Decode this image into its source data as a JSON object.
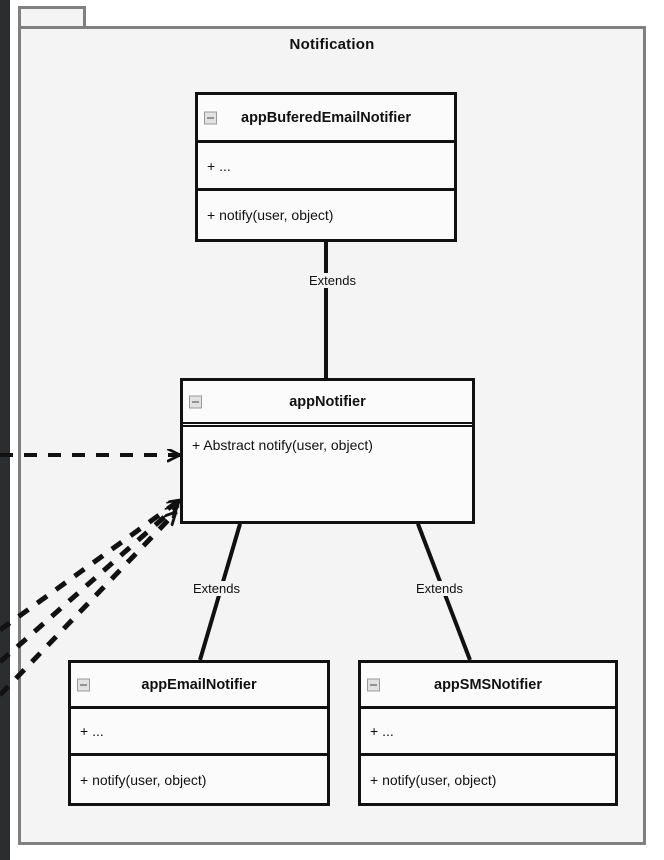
{
  "diagram": {
    "type": "uml-class-diagram",
    "package": {
      "name": "Notification",
      "tab_label": "",
      "border_color": "#808080",
      "fill_color": "#f4f4f4"
    },
    "classes": [
      {
        "id": "appBuferedEmailNotifier",
        "name": "appBuferedEmailNotifier",
        "collapse_icon": "collapse-minus-icon",
        "attributes": "+ ...",
        "operations": "+ notify(user, object)"
      },
      {
        "id": "appNotifier",
        "name": "appNotifier",
        "collapse_icon": "collapse-minus-icon",
        "attributes": "",
        "operations": "+ Abstract notify(user, object)"
      },
      {
        "id": "appEmailNotifier",
        "name": "appEmailNotifier",
        "collapse_icon": "collapse-minus-icon",
        "attributes": "+ ...",
        "operations": "+ notify(user, object)"
      },
      {
        "id": "appSMSNotifier",
        "name": "appSMSNotifier",
        "collapse_icon": "collapse-minus-icon",
        "attributes": "+ ...",
        "operations": "+ notify(user, object)"
      }
    ],
    "relationships": [
      {
        "id": "gen-buffered",
        "kind": "generalization",
        "label": "Extends",
        "from": "appBuferedEmailNotifier",
        "to": "appNotifier",
        "arrow": "hollow-triangle"
      },
      {
        "id": "gen-email",
        "kind": "generalization",
        "label": "Extends",
        "from": "appEmailNotifier",
        "to": "appNotifier",
        "arrow": "hollow-triangle"
      },
      {
        "id": "gen-sms",
        "kind": "generalization",
        "label": "Extends",
        "from": "appSMSNotifier",
        "to": "appNotifier",
        "arrow": "hollow-triangle"
      },
      {
        "id": "dep-horizontal",
        "kind": "dependency",
        "label": "",
        "from": "external",
        "to": "appNotifier",
        "arrow": "open-arrow",
        "line": "dashed"
      },
      {
        "id": "dep-diagonal-1",
        "kind": "dependency",
        "label": "",
        "from": "external",
        "to": "appNotifier",
        "arrow": "open-arrow",
        "line": "dashed"
      },
      {
        "id": "dep-diagonal-2",
        "kind": "dependency",
        "label": "",
        "from": "external",
        "to": "appNotifier",
        "arrow": "open-arrow",
        "line": "dashed"
      },
      {
        "id": "dep-diagonal-3",
        "kind": "dependency",
        "label": "",
        "from": "external",
        "to": "appNotifier",
        "arrow": "open-arrow",
        "line": "dashed"
      }
    ],
    "colors": {
      "class_border": "#111111",
      "class_fill": "#fbfbfb",
      "connector": "#111111",
      "gutter": "#2b2d2f"
    }
  }
}
